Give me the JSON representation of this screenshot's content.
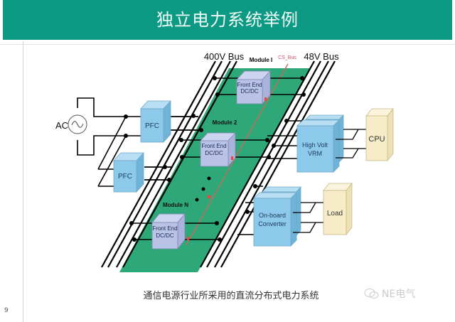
{
  "slide": {
    "title": "独立电力系统举例",
    "page_number": "9",
    "caption": "通信电源行业所采用的直流分布式电力系统",
    "watermark": "NE电气",
    "watermark_icon": "wechat-icon"
  },
  "colors": {
    "header": "#0d9a84",
    "backplane": "#2fa879",
    "module_box": "#b9c3e6",
    "pfc_box": "#8dc9ea",
    "load_box": "#f6edc8",
    "cs_bus": "#c86a5a"
  },
  "diagram": {
    "bus_labels": {
      "hv": "400V Bus",
      "lv": "48V Bus",
      "cs": "CS_Bus"
    },
    "ac_source": {
      "label": "AC",
      "symbol": "sine-wave-icon"
    },
    "pfc_units": [
      {
        "label": "PFC"
      },
      {
        "label": "PFC"
      }
    ],
    "modules": [
      {
        "name": "Module I",
        "line1": "Front End",
        "line2": "DC/DC"
      },
      {
        "name": "Module 2",
        "line1": "Front End",
        "line2": "DC/DC"
      },
      {
        "name": "Module N",
        "line1": "Front End",
        "line2": "DC/DC"
      }
    ],
    "converters": [
      {
        "line1": "High Volt",
        "line2": "VRM"
      },
      {
        "line1": "On-board",
        "line2": "Converter"
      }
    ],
    "loads": [
      {
        "label": "CPU"
      },
      {
        "label": "Load"
      }
    ]
  }
}
